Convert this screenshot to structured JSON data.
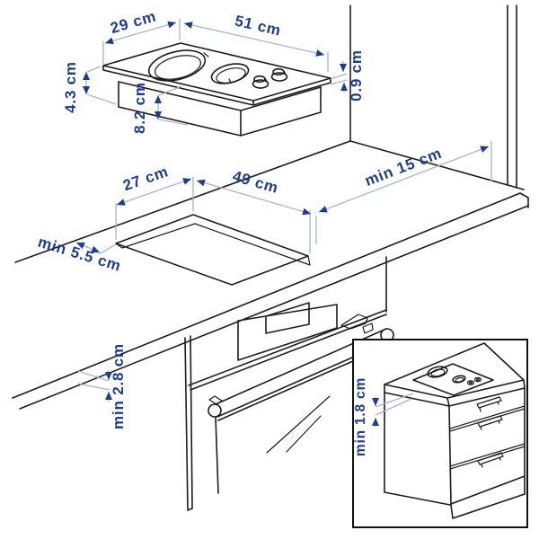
{
  "figure": {
    "type": "product-dimension-diagram",
    "subject": "Domino hob installation drawing: hob above worktop cutout, built-in oven below, inset of hob on base cabinet"
  },
  "colors": {
    "background": "#ffffff",
    "drawing_line": "#1c1c1f",
    "dimension_text": "#1f3d8e",
    "dimension_line": "#a8b4cd",
    "inset_border": "#111111"
  },
  "dimensions": {
    "hob_depth": "29 cm",
    "hob_width": "51 cm",
    "hob_total_height": "4.3 cm",
    "hob_box_depth": "8.2 cm",
    "hob_rim_thickness": "0.9 cm",
    "cutout_depth": "27 cm",
    "cutout_width": "49 cm",
    "side_clearance": "min 15 cm",
    "rear_clearance": "min 5.5 cm",
    "worktop_min_thickness": "min 2.8 cm"
  },
  "inset": {
    "worktop_min_thickness": "min 1.8 cm"
  }
}
